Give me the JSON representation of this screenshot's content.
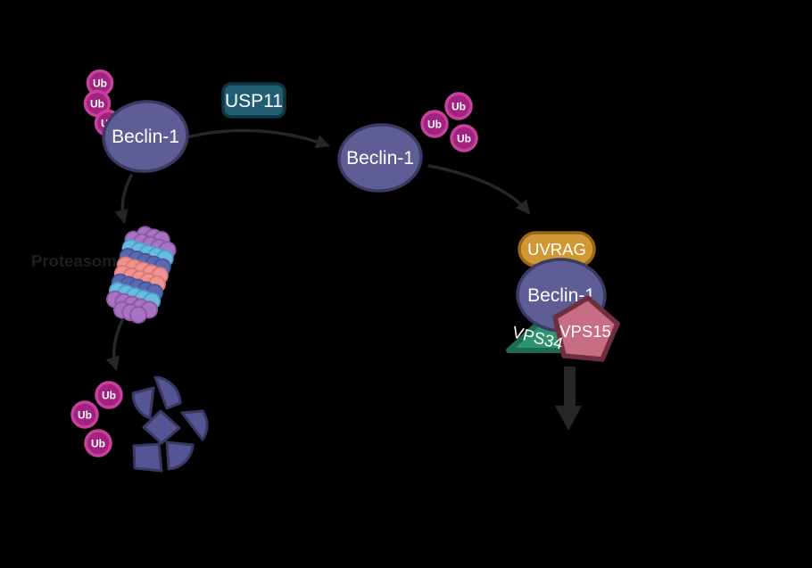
{
  "diagram_type": "pathway-illustration",
  "nodes": {
    "beclin_ubiquitinated": {
      "label": "Beclin-1",
      "ub_count": 3
    },
    "usp11_enzyme": {
      "label": "USP11"
    },
    "beclin_deubiquitinated": {
      "label": "Beclin-1"
    },
    "released_ubiquitins": {
      "count": 3
    },
    "proteasome": {
      "label": "Proteasome"
    },
    "degraded_fragments": {
      "fragment_count": 6,
      "ub_count": 3
    },
    "pi3k_complex": {
      "uvrag": {
        "label": "UVRAG"
      },
      "beclin": {
        "label": "Beclin-1"
      },
      "vps34": {
        "label": "VPS34"
      },
      "vps15": {
        "label": "VPS15"
      }
    }
  },
  "ubiquitin_label": "Ub",
  "colors": {
    "background": "#000000",
    "label_text": "#ffffff",
    "beclin_fill": "#5e5d96",
    "beclin_stroke": "#3b3a63",
    "ub_fill": "#a1237f",
    "ub_ring": "#c6409c",
    "usp11_fill": "#215e73",
    "usp11_stroke": "#0e3642",
    "uvrag_fill": "#d09732",
    "uvrag_stroke": "#96671a",
    "vps34_fill": "#2f9372",
    "vps34_stroke": "#1d6a4e",
    "vps15_fill": "#c76e84",
    "vps15_stroke": "#6d2e3e",
    "arrow": "#262626",
    "proteasome_label_color": "#1e1e1e",
    "proteasome_purple": "#a873c2",
    "proteasome_purple_stroke": "#8d57a8",
    "proteasome_cyan": "#67bcdf",
    "proteasome_cyan_stroke": "#47a3cc",
    "proteasome_blue": "#5a69ad",
    "proteasome_blue_stroke": "#47549b",
    "proteasome_salmon": "#f09290",
    "proteasome_salmon_stroke": "#d97876",
    "fragment_fill": "#565593",
    "fragment_stroke": "#393863"
  }
}
